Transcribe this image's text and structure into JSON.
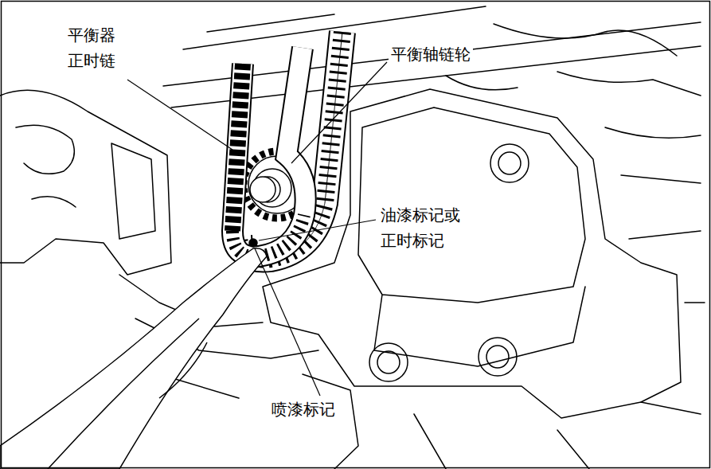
{
  "diagram": {
    "labels": [
      "平衡器 正时链",
      "平衡轴链轮",
      "油漆标记或 正时标记",
      "喷漆标记"
    ]
  }
}
